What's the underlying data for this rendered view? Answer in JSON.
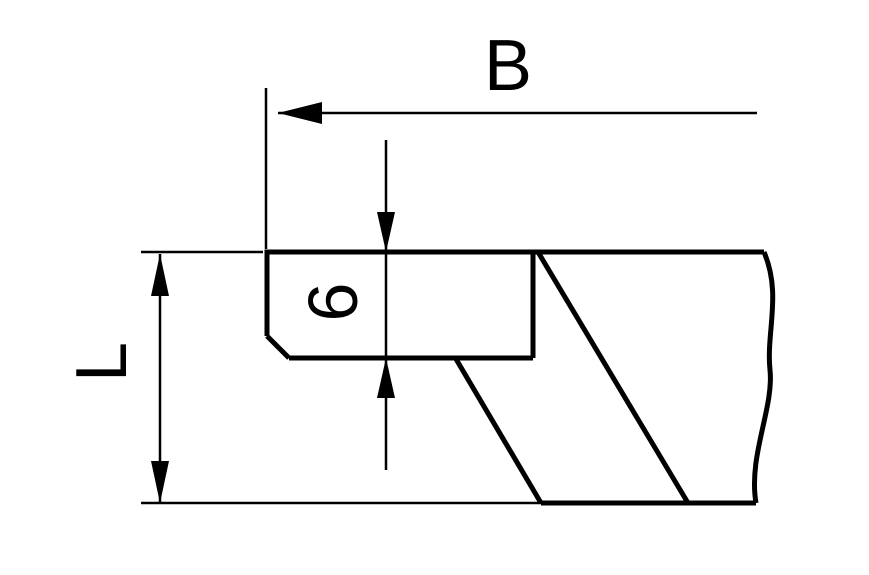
{
  "drawing": {
    "type": "engineering-diagram",
    "line_color": "#000000",
    "background_color": "#ffffff",
    "dimensions": {
      "width_label": "B",
      "height_label": "L",
      "thickness_label": "6"
    }
  }
}
